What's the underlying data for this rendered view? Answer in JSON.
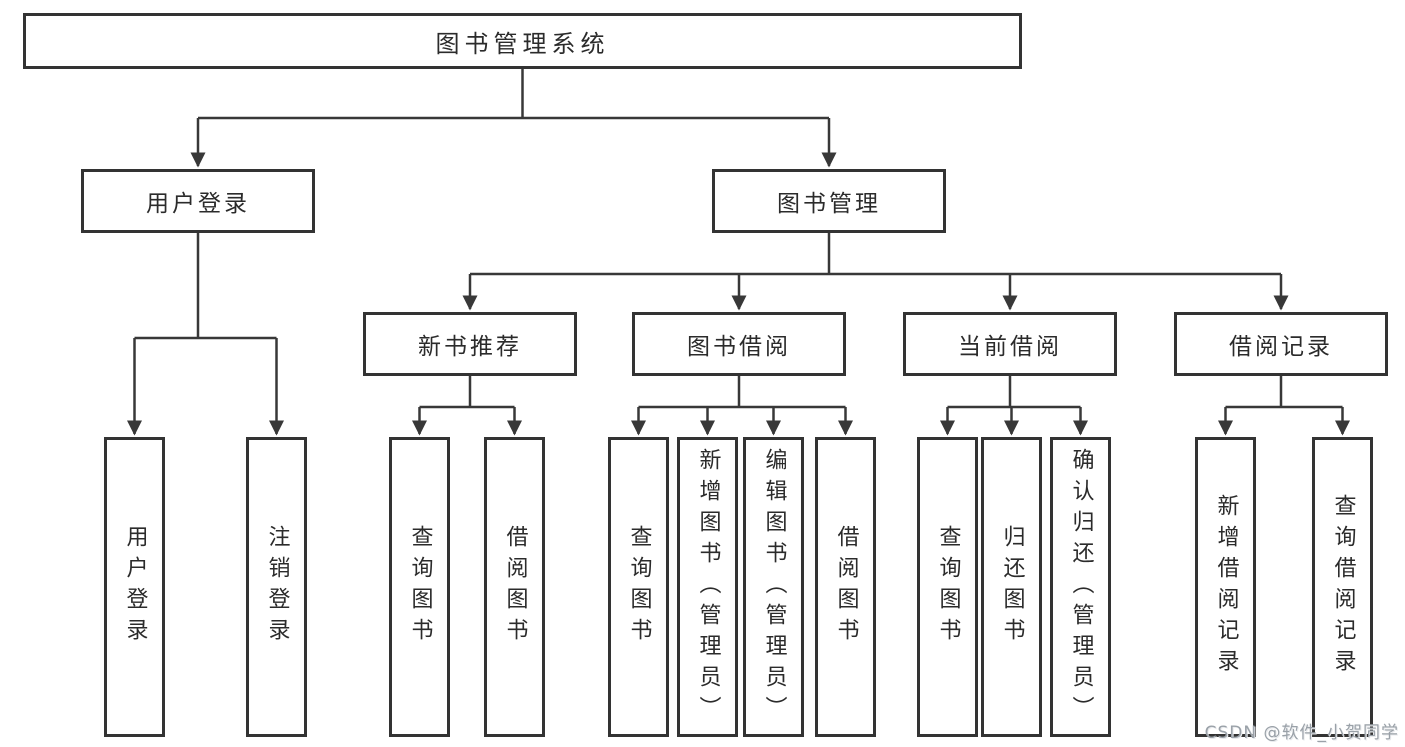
{
  "colors": {
    "line": "#383838",
    "border": "#333333",
    "text": "#2b2b2b",
    "background": "#ffffff",
    "watermark": "#9aa1a8"
  },
  "tree": {
    "root": "图书管理系统",
    "branches": [
      {
        "label": "用户登录",
        "children": [
          "用户登录",
          "注销登录"
        ]
      },
      {
        "label": "图书管理",
        "sections": [
          {
            "label": "新书推荐",
            "children": [
              "查询图书",
              "借阅图书"
            ]
          },
          {
            "label": "图书借阅",
            "children": [
              "查询图书",
              "新增图书（管理员）",
              "编辑图书（管理员）",
              "借阅图书"
            ]
          },
          {
            "label": "当前借阅",
            "children": [
              "查询图书",
              "归还图书",
              "确认归还（管理员）"
            ]
          },
          {
            "label": "借阅记录",
            "children": [
              "新增借阅记录",
              "查询借阅记录"
            ]
          }
        ]
      }
    ]
  },
  "watermark": {
    "label": "CSDN @软件_小贺同学"
  }
}
